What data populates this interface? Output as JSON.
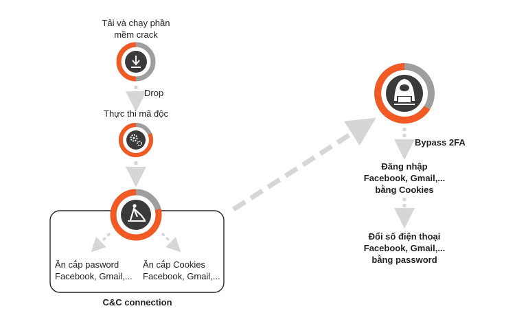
{
  "diagram": {
    "steps": {
      "download": {
        "line1": "Tải và chạy phần",
        "line2": "mềm crack"
      },
      "drop": "Drop",
      "execute": "Thực thi mã độc",
      "steal_password": {
        "line1": "Ăn cắp pasword",
        "line2": "Facebook, Gmail,..."
      },
      "steal_cookies": {
        "line1": "Ăn cắp Cookies",
        "line2": "Facebook, Gmail,..."
      },
      "cnc": "C&C connection",
      "bypass": "Bypass 2FA",
      "login": {
        "line1": "Đăng nhập",
        "line2": "Facebook, Gmail,...",
        "line3": "bằng Cookies"
      },
      "change_phone": {
        "line1": "Đổi số điện thoại",
        "line2": "Facebook, Gmail,...",
        "line3": "bằng password"
      }
    },
    "icons": {
      "download": "download-icon",
      "execute": "gears-icon",
      "cnc": "malware-actor-icon",
      "hacker": "hacker-icon"
    },
    "colors": {
      "accent": "#f15a24",
      "ring_gray": "#9e9e9e",
      "icon_bg": "#3a3a3a",
      "arrow": "#d6d6d6"
    }
  }
}
